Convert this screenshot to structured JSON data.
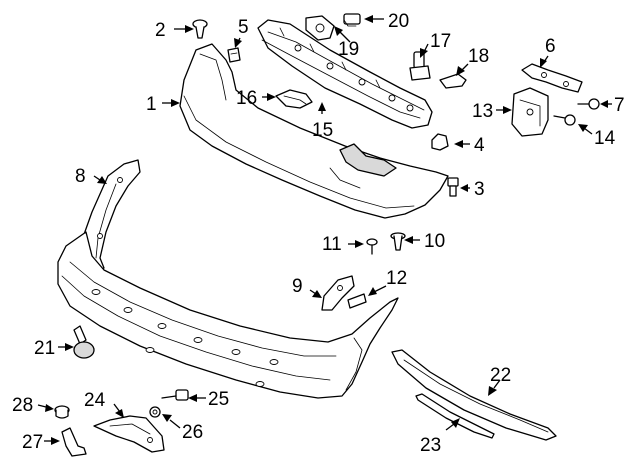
{
  "callouts": {
    "c1": "1",
    "c2": "2",
    "c3": "3",
    "c4": "4",
    "c5": "5",
    "c6": "6",
    "c7": "7",
    "c8": "8",
    "c9": "9",
    "c10": "10",
    "c11": "11",
    "c12": "12",
    "c13": "13",
    "c14": "14",
    "c15": "15",
    "c16": "16",
    "c17": "17",
    "c18": "18",
    "c19": "19",
    "c20": "20",
    "c21": "21",
    "c22": "22",
    "c23": "23",
    "c24": "24",
    "c25": "25",
    "c26": "26",
    "c27": "27",
    "c28": "28"
  },
  "parts": [
    {
      "callout": "1",
      "part": "bumper-cover-upper-icon"
    },
    {
      "callout": "2",
      "part": "push-pin-icon"
    },
    {
      "callout": "3",
      "part": "bolt-icon"
    },
    {
      "callout": "4",
      "part": "clip-nut-icon"
    },
    {
      "callout": "5",
      "part": "square-clip-icon"
    },
    {
      "callout": "6",
      "part": "side-bracket-icon"
    },
    {
      "callout": "7",
      "part": "screw-icon"
    },
    {
      "callout": "8",
      "part": "side-support-bracket-icon"
    },
    {
      "callout": "9",
      "part": "reflector-bracket-icon"
    },
    {
      "callout": "10",
      "part": "rivet-icon"
    },
    {
      "callout": "11",
      "part": "screw-icon"
    },
    {
      "callout": "12",
      "part": "retainer-icon"
    },
    {
      "callout": "13",
      "part": "mount-bracket-icon"
    },
    {
      "callout": "14",
      "part": "bolt-icon"
    },
    {
      "callout": "15",
      "part": "energy-absorber-icon"
    },
    {
      "callout": "16",
      "part": "guide-bracket-icon"
    },
    {
      "callout": "17",
      "part": "sensor-icon"
    },
    {
      "callout": "18",
      "part": "clip-icon"
    },
    {
      "callout": "19",
      "part": "plate-bracket-icon"
    },
    {
      "callout": "20",
      "part": "bolt-icon"
    },
    {
      "callout": "21",
      "part": "parking-sensor-icon"
    },
    {
      "callout": "22",
      "part": "valance-molding-icon"
    },
    {
      "callout": "23",
      "part": "trim-strip-icon"
    },
    {
      "callout": "24",
      "part": "splash-shield-icon"
    },
    {
      "callout": "25",
      "part": "bolt-icon"
    },
    {
      "callout": "26",
      "part": "nut-icon"
    },
    {
      "callout": "27",
      "part": "bracket-clip-icon"
    },
    {
      "callout": "28",
      "part": "grommet-icon"
    }
  ]
}
